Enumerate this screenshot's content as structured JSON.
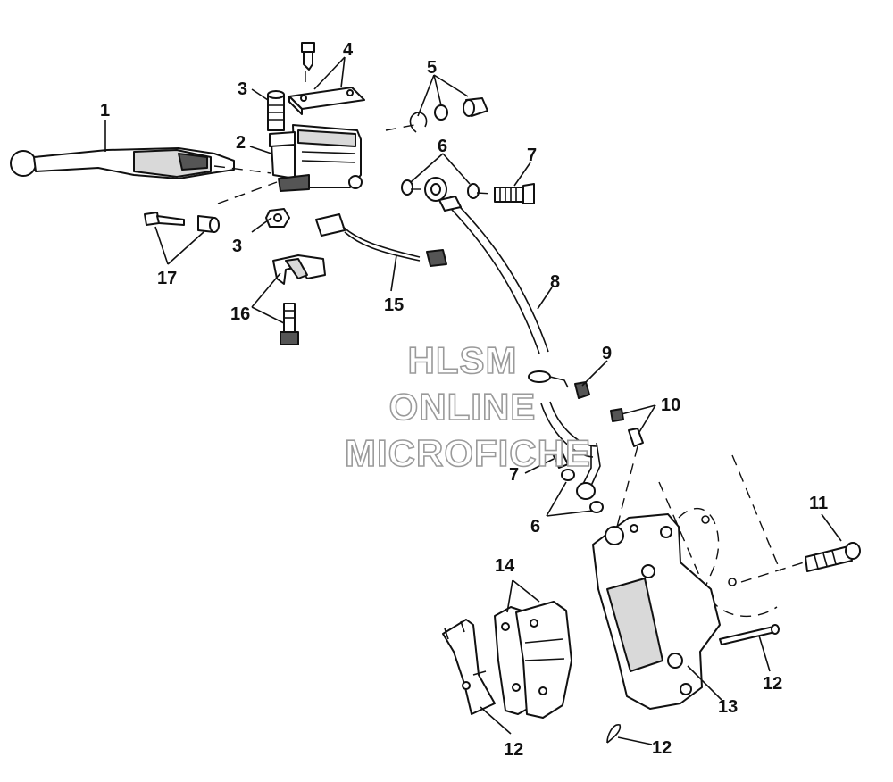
{
  "callouts": [
    "1",
    "2",
    "3",
    "4",
    "5",
    "6",
    "7",
    "8",
    "9",
    "10",
    "11",
    "12",
    "13",
    "14",
    "15",
    "16",
    "17"
  ],
  "callout_repeats": {
    "three_b": "3",
    "six_b": "6",
    "seven_b": "7",
    "twelve_b": "12",
    "twelve_c": "12"
  },
  "watermark": {
    "line1": "HLSM",
    "line2": "ONLINE",
    "line3": "MICROFICHE"
  }
}
